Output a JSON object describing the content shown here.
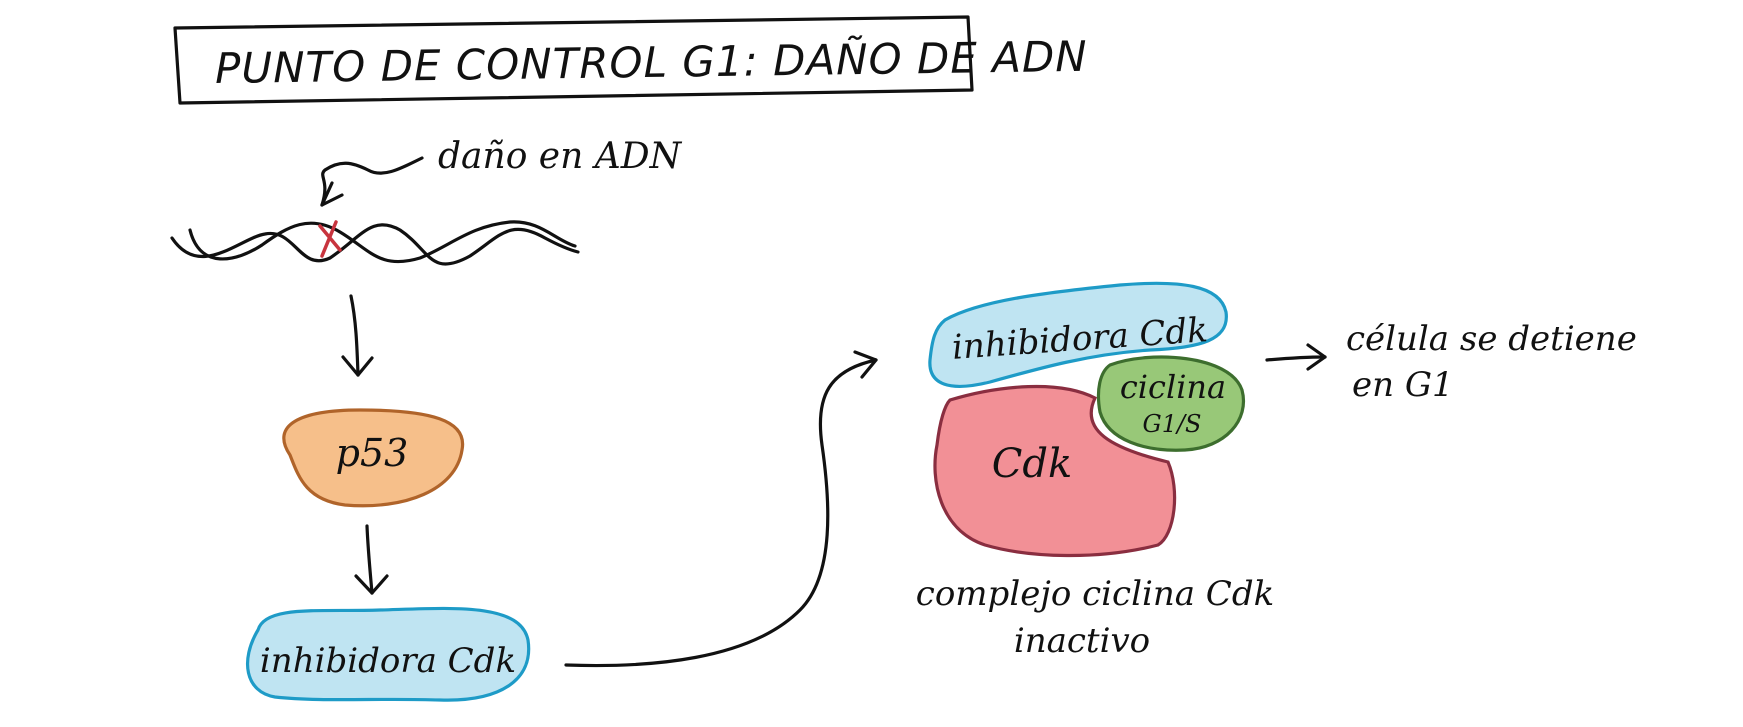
{
  "title": "PUNTO DE CONTROL G1: DAÑO DE ADN",
  "labels": {
    "dna_damage": "daño en ADN",
    "p53": "p53",
    "inhibitor_left": "inhibidora Cdk",
    "inhibitor_complex": "inhibidora Cdk",
    "cyclin": "ciclina",
    "cyclin_type": "G1/S",
    "cdk": "Cdk",
    "complex_line1": "complejo ciclina Cdk",
    "complex_line2": "inactivo",
    "result_line1": "célula se detiene",
    "result_line2": "en G1"
  },
  "colors": {
    "p53_fill": "#f6bf8a",
    "p53_stroke": "#b0642a",
    "inhibitor_fill": "#bfe4f2",
    "inhibitor_stroke": "#1e9bc7",
    "cyclin_fill": "#98c878",
    "cyclin_stroke": "#3d6e2e",
    "cdk_fill": "#f29096",
    "cdk_stroke": "#8a2e40",
    "damage_mark": "#c8343e"
  }
}
